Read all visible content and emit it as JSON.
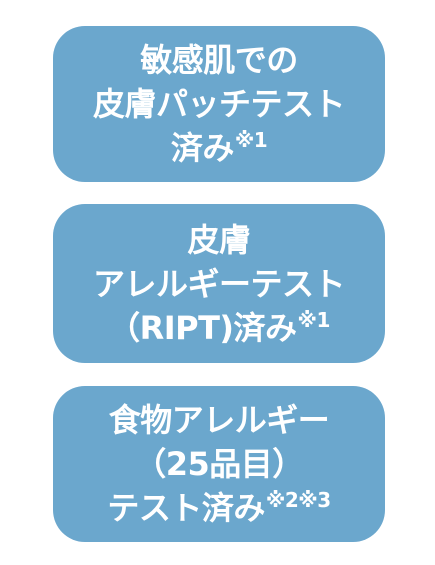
{
  "badges": [
    {
      "lines": [
        "敏感肌での",
        "皮膚パッチテスト",
        "済み"
      ],
      "note": "※1"
    },
    {
      "lines": [
        "皮膚",
        "アレルギーテスト",
        "（RIPT)済み"
      ],
      "note": "※1"
    },
    {
      "lines": [
        "食物アレルギー",
        "（25品目）",
        "テスト済み"
      ],
      "note": "※2※3"
    }
  ]
}
